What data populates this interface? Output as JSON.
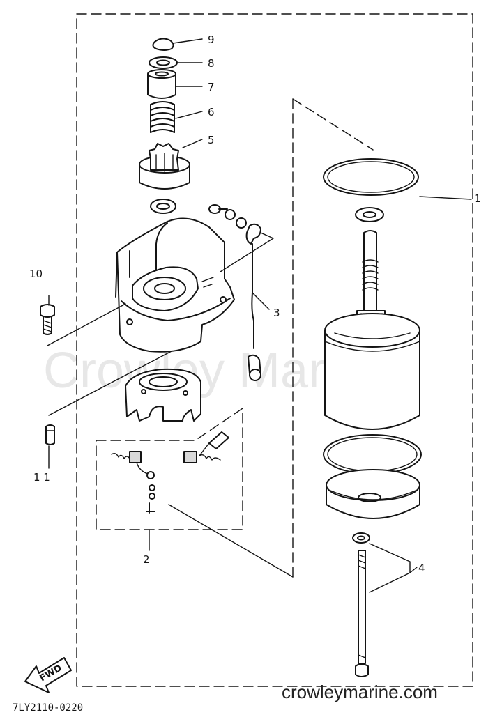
{
  "watermark": "Crowley Marine",
  "site_url": "crowleymarine.com",
  "drawing_code": "7LY2110-0220",
  "fwd_label": "FWD",
  "callouts": {
    "c1": "1",
    "c2": "2",
    "c3": "3",
    "c4": "4",
    "c5": "5",
    "c6": "6",
    "c7": "7",
    "c8": "8",
    "c9": "9",
    "c10": "10",
    "c11": "1 1"
  }
}
